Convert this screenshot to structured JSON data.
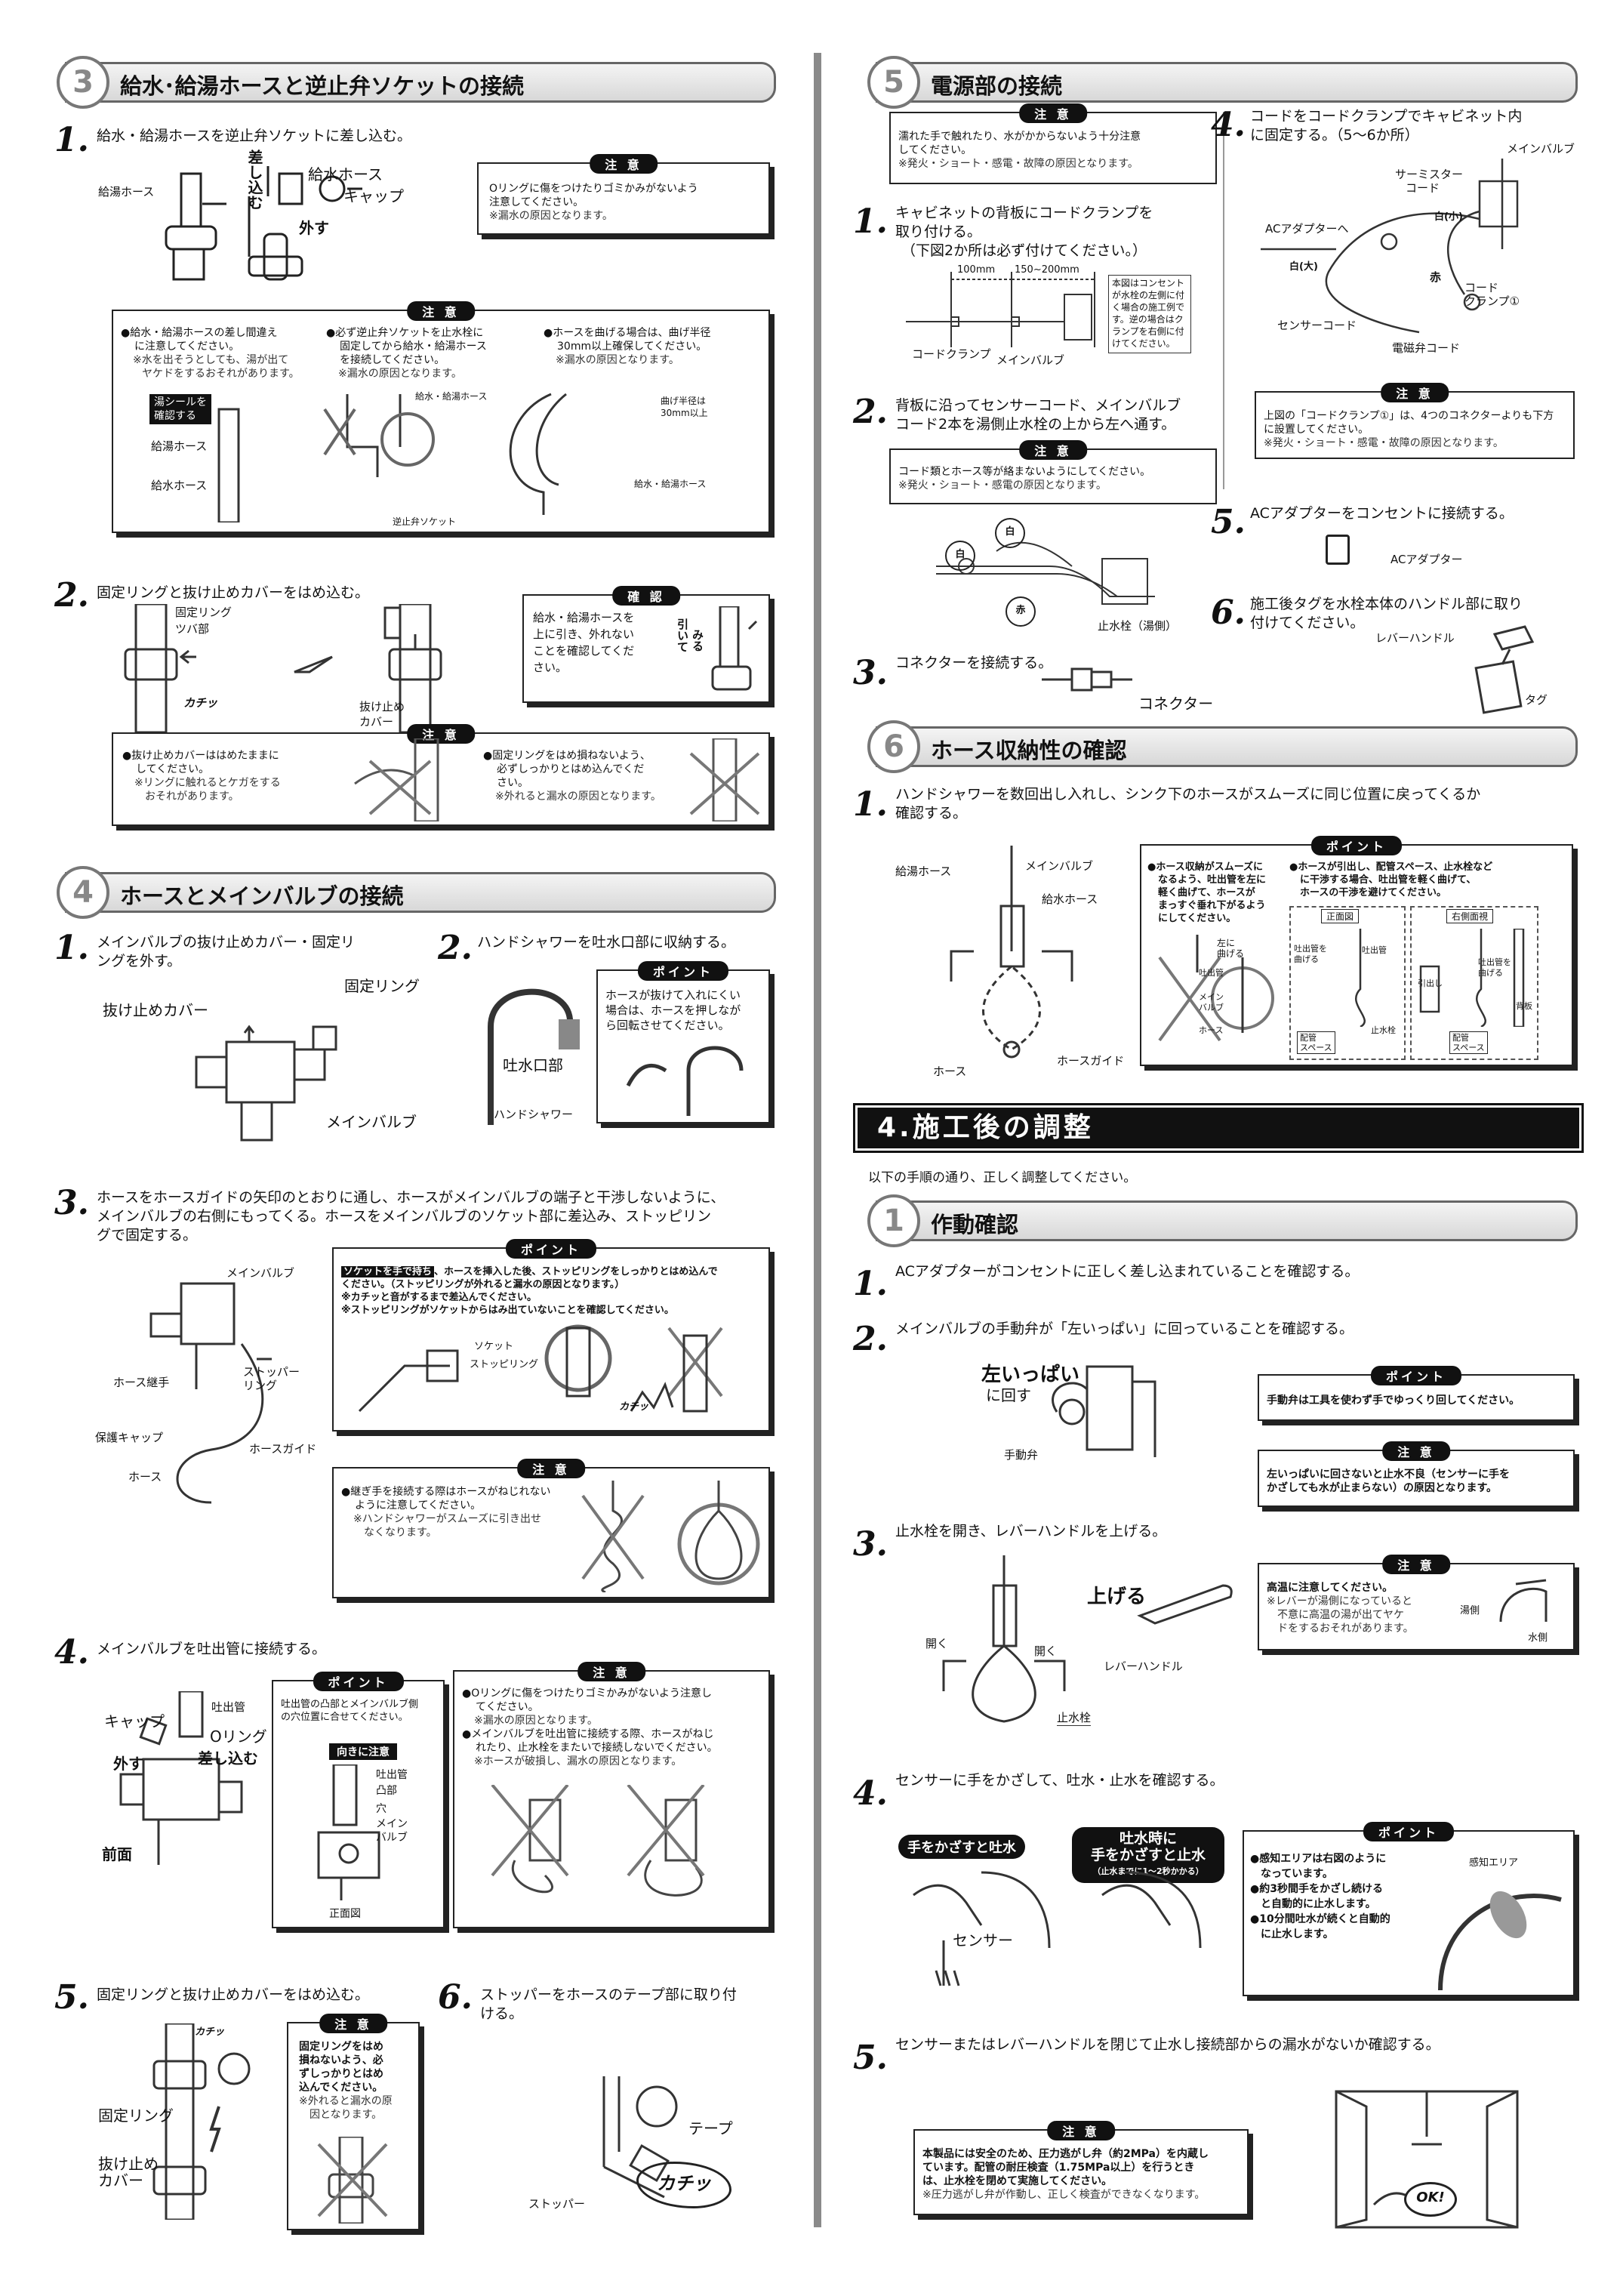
{
  "s3": {
    "num": "3",
    "title": "給水･給湯ホースと逆止弁ソケットの接続",
    "step1": {
      "num": "1.",
      "text": "給水・給湯ホースを逆止弁ソケットに差し込む。"
    },
    "step1_labels": [
      "給湯ホース",
      "差し込む",
      "給水ホース",
      "キャップ",
      "外す"
    ],
    "caution1": {
      "tag": "注 意",
      "line1": "Oリングに傷をつけたりゴミかみがないよう",
      "line2": "注意してください。",
      "note": "※漏水の原因となります。"
    },
    "caution2": {
      "tag": "注 意",
      "a": [
        "●給水・給湯ホースの差し間違え",
        "に注意してください。"
      ],
      "a_note": [
        "※水を出そうとしても、湯が出て",
        "ヤケドをするおそれがあります。"
      ],
      "b": [
        "●必ず逆止弁ソケットを止水栓に",
        "固定してから給水・給湯ホース",
        "を接続してください。"
      ],
      "b_note": "※漏水の原因となります。",
      "c": [
        "●ホースを曲げる場合は、曲げ半径",
        "30mm以上確保してください。"
      ],
      "c_note": "※漏水の原因となります。",
      "labels": [
        "湯シールを",
        "確認する",
        "給湯ホース",
        "給水ホース",
        "給水・給湯ホース",
        "逆止弁ソケット",
        "曲げ半径は",
        "30mm以上",
        "給水・給湯ホース"
      ]
    },
    "step2": {
      "num": "2.",
      "text": "固定リングと抜け止めカバーをはめ込む。"
    },
    "step2_labels": [
      "固定リング",
      "ツバ部",
      "カチッ",
      "抜け止め",
      "カバー"
    ],
    "confirm": {
      "tag": "確 認",
      "lines": [
        "給水・給湯ホースを",
        "上に引き、外れない",
        "ことを確認してくだ",
        "さい。"
      ],
      "side": [
        "引いて",
        "みる"
      ]
    },
    "caution3": {
      "tag": "注 意",
      "a": [
        "●抜け止めカバーははめたままに",
        "してください。"
      ],
      "a_note": [
        "※リングに触れるとケガをする",
        "おそれがあります。"
      ],
      "b": [
        "●固定リングをはめ損ねないよう、",
        "必ずしっかりとはめ込んでくだ",
        "さい。"
      ],
      "b_note": "※外れると漏水の原因となります。"
    }
  },
  "s4": {
    "num": "4",
    "title": "ホースとメインバルブの接続",
    "step1": {
      "num": "1.",
      "line1": "メインバルブの抜け止めカバー・固定リ",
      "line2": "ングを外す。"
    },
    "step1_labels": [
      "固定リング",
      "抜け止めカバー",
      "メインバルブ"
    ],
    "step2": {
      "num": "2.",
      "text": "ハンドシャワーを吐水口部に収納する。"
    },
    "point1": {
      "tag": "ポイント",
      "lines": [
        "ホースが抜けて入れにくい",
        "場合は、ホースを押しなが",
        "ら回転させてください。"
      ]
    },
    "step2_labels": [
      "吐水口部",
      "ハンドシャワー"
    ],
    "step3": {
      "num": "3.",
      "line1": "ホースをホースガイドの矢印のとおりに通し、ホースがメインバルブの端子と干渉しないように、",
      "line2": "メインバルブの右側にもってくる。ホースをメインバルブのソケット部に差込み、ストッピリン",
      "line3": "グで固定する。"
    },
    "step3_labels": [
      "メインバルブ",
      "ホース継手",
      "ストッパー",
      "リング",
      "保護キャップ",
      "ホースガイド",
      "ホース"
    ],
    "point2": {
      "tag": "ポイント",
      "hl": "ソケットを手で持ち",
      "l1": "、ホースを挿入した後、ストッピリングをしっかりとはめ込んで",
      "l2": "ください。（ストッピリングが外れると漏水の原因となります。）",
      "l3": "※カチッと音がするまで差込んでください。",
      "l4": "※ストッピリングがソケットからはみ出ていないことを確認してください。",
      "labels": [
        "ソケット",
        "ストッピリング",
        "カチッ"
      ]
    },
    "caution4": {
      "tag": "注 意",
      "lines": [
        "●継ぎ手を接続する際はホースがねじれない",
        "ように注意してください。"
      ],
      "note": [
        "※ハンドシャワーがスムーズに引き出せ",
        "なくなります。"
      ]
    },
    "step4": {
      "num": "4.",
      "text": "メインバルブを吐出管に接続する。"
    },
    "step4_labels": [
      "キャップ",
      "吐出管",
      "Oリング",
      "差し込む",
      "外す",
      "前面"
    ],
    "point3": {
      "tag": "ポイント",
      "lines": [
        "吐出管の凸部とメインバルブ側",
        "の穴位置に合せてください。"
      ],
      "sub": "向きに注意",
      "labels": [
        "吐出管",
        "凸部",
        "穴",
        "メイン",
        "バルブ",
        "正面図"
      ]
    },
    "caution5": {
      "tag": "注 意",
      "a": [
        "●Oリングに傷をつけたりゴミかみがないよう注意し",
        "てください。"
      ],
      "a_note": "※漏水の原因となります。",
      "b": [
        "●メインバルブを吐出管に接続する際、ホースがねじ",
        "れたり、止水栓をまたいで接続しないでください。"
      ],
      "b_note": "※ホースが破損し、漏水の原因となります。"
    },
    "step5": {
      "num": "5.",
      "text": "固定リングと抜け止めカバーをはめ込む。"
    },
    "step5_labels": [
      "カチッ",
      "固定リング",
      "抜け止め",
      "カバー"
    ],
    "caution6": {
      "tag": "注 意",
      "lines": [
        "固定リングをはめ",
        "損ねないよう、必",
        "ずしっかりとはめ",
        "込んでください。"
      ],
      "note": [
        "※外れると漏水の原",
        "因となります。"
      ]
    },
    "step6": {
      "num": "6.",
      "line1": "ストッパーをホースのテープ部に取り付",
      "line2": "ける。"
    },
    "step6_labels": [
      "テープ",
      "カチッ",
      "ストッパー"
    ]
  },
  "s5": {
    "num": "5",
    "title": "電源部の接続",
    "caution0": {
      "tag": "注 意",
      "lines": [
        "濡れた手で触れたり、水がかからないよう十分注意",
        "してください。"
      ],
      "note": "※発火・ショート・感電・故障の原因となります。"
    },
    "step1": {
      "num": "1.",
      "line1": "キャビネットの背板にコードクランプを",
      "line2": "取り付ける。",
      "line3": "（下図2か所は必ず付けてください。）"
    },
    "step1_labels": [
      "100mm",
      "150~200mm",
      "コードクランプ",
      "メインバルブ"
    ],
    "step1_note": [
      "本図はコンセント",
      "が水栓の左側に付",
      "く場合の施工例で",
      "す。逆の場合はク",
      "ランプを右側に付",
      "けてください。"
    ],
    "step2": {
      "num": "2.",
      "line1": "背板に沿ってセンサーコード、メインバルブ",
      "line2": "コード2本を湯側止水栓の上から左へ通す。"
    },
    "caution1": {
      "tag": "注 意",
      "lines": [
        "コード類とホース等が絡まないようにしてください。"
      ],
      "note": "※発火・ショート・感電の原因となります。"
    },
    "step2_labels": [
      "白",
      "白",
      "赤",
      "止水栓（湯側）"
    ],
    "step3": {
      "num": "3.",
      "text": "コネクターを接続する。"
    },
    "step3_labels": [
      "コネクター"
    ],
    "step4": {
      "num": "4.",
      "line1": "コードをコードクランプでキャビネット内",
      "line2": "に固定する。（5～6か所）"
    },
    "step4_labels": [
      "メインバルブ",
      "サーミスター",
      "コード",
      "白(小)",
      "ACアダプターへ",
      "白(大)",
      "赤",
      "コード",
      "クランプ①",
      "センサーコード",
      "電磁弁コード"
    ],
    "caution2": {
      "tag": "注 意",
      "lines": [
        "上図の「コードクランプ①」は、4つのコネクターよりも下方",
        "に設置してください。"
      ],
      "note": "※発火・ショート・感電・故障の原因となります。"
    },
    "step5": {
      "num": "5.",
      "text": "ACアダプターをコンセントに接続する。"
    },
    "step5_labels": [
      "ACアダプター"
    ],
    "step6": {
      "num": "6.",
      "line1": "施工後タグを水栓本体のハンドル部に取り",
      "line2": "付けてください。"
    },
    "step6_labels": [
      "レバーハンドル",
      "タグ"
    ]
  },
  "s6": {
    "num": "6",
    "title": "ホース収納性の確認",
    "step1": {
      "num": "1.",
      "line1": "ハンドシャワーを数回出し入れし、シンク下のホースがスムーズに同じ位置に戻ってくるか",
      "line2": "確認する。"
    },
    "step1_labels": [
      "給湯ホース",
      "メインバルブ",
      "給水ホース",
      "ホース",
      "ホースガイド"
    ],
    "point": {
      "tag": "ポイント",
      "a": [
        "●ホース収納がスムーズに",
        "なるよう、吐出管を左に",
        "軽く曲げて、ホースが",
        "まっすぐ垂れ下がるよう",
        "にしてください。"
      ],
      "b": [
        "●ホースが引出し、配管スペース、止水栓など",
        "に干渉する場合、吐出管を軽く曲げて、",
        "ホースの干渉を避けてください。"
      ],
      "labels": [
        "左に",
        "曲げる",
        "吐出管",
        "メイン",
        "バルブ",
        "ホース",
        "正面図",
        "右側面視",
        "吐出管を",
        "曲げる",
        "吐出管",
        "吐出管を",
        "曲げる",
        "引出し",
        "背板",
        "止水栓",
        "配管",
        "スペース",
        "配管",
        "スペース"
      ]
    }
  },
  "s7": {
    "title": "4.施工後の調整",
    "intro": "以下の手順の通り、正しく調整してください。",
    "sub1": {
      "num": "1",
      "title": "作動確認"
    },
    "step1": {
      "num": "1.",
      "text": "ACアダプターがコンセントに正しく差し込まれていることを確認する。"
    },
    "step2": {
      "num": "2.",
      "text": "メインバルブの手動弁が「左いっぱい」に回っていることを確認する。"
    },
    "step2_labels": [
      "左いっぱい",
      "に回す",
      "手動弁"
    ],
    "point1": {
      "tag": "ポイント",
      "text": "手動弁は工具を使わず手でゆっくり回してください。"
    },
    "caution1": {
      "tag": "注 意",
      "lines": [
        "左いっぱいに回さないと止水不良（センサーに手を",
        "かざしても水が止まらない）の原因となります。"
      ]
    },
    "step3": {
      "num": "3.",
      "text": "止水栓を開き、レバーハンドルを上げる。"
    },
    "step3_labels": [
      "開く",
      "開く",
      "止水栓",
      "上げる",
      "レバーハンドル"
    ],
    "caution2": {
      "tag": "注 意",
      "lines": [
        "高温に注意してください。"
      ],
      "note": [
        "※レバーが湯側になっていると",
        "不意に高温の湯が出てヤケ",
        "ドをするおそれがあります。"
      ],
      "labels": [
        "湯側",
        "水側"
      ]
    },
    "step4": {
      "num": "4.",
      "text": "センサーに手をかざして、吐水・止水を確認する。"
    },
    "pill1": "手をかざすと吐水",
    "pill2": {
      "l1": "吐水時に",
      "l2": "手をかざすと止水",
      "l3": "（止水までに1〜2秒かかる）"
    },
    "step4_labels": [
      "センサー",
      "感知エリア"
    ],
    "point2": {
      "tag": "ポイント",
      "lines": [
        "●感知エリアは右図のように",
        "なっています。",
        "●約3秒間手をかざし続ける",
        "と自動的に止水します。",
        "●10分間吐水が続くと自動的",
        "に止水します。"
      ]
    },
    "step5": {
      "num": "5.",
      "text": "センサーまたはレバーハンドルを閉じて止水し接続部からの漏水がないか確認する。"
    },
    "caution3": {
      "tag": "注 意",
      "lines": [
        "本製品には安全のため、圧力逃がし弁（約2MPa）を内蔵し",
        "ています。配管の耐圧検査（1.75MPa以上）を行うとき",
        "は、止水栓を閉めて実施してください。"
      ],
      "note": "※圧力逃がし弁が作動し、正しく検査ができなくなります。"
    },
    "ok": "OK!"
  }
}
